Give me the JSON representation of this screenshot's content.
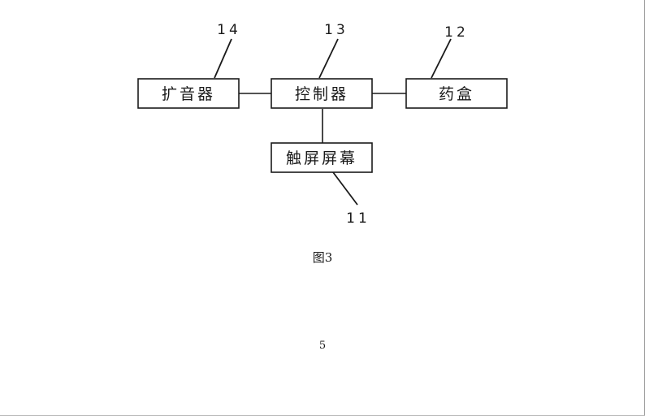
{
  "figure": {
    "caption": "图3",
    "page_number": "5"
  },
  "boxes": {
    "speaker": {
      "label": "扩音器",
      "ref": "14"
    },
    "controller": {
      "label": "控制器",
      "ref": "13"
    },
    "pill_box": {
      "label": "药盒",
      "ref": "12"
    },
    "touchscreen": {
      "label": "触屏屏幕",
      "ref": "11"
    }
  },
  "connections": [
    [
      "controller",
      "speaker"
    ],
    [
      "controller",
      "pill_box"
    ],
    [
      "controller",
      "touchscreen"
    ]
  ]
}
